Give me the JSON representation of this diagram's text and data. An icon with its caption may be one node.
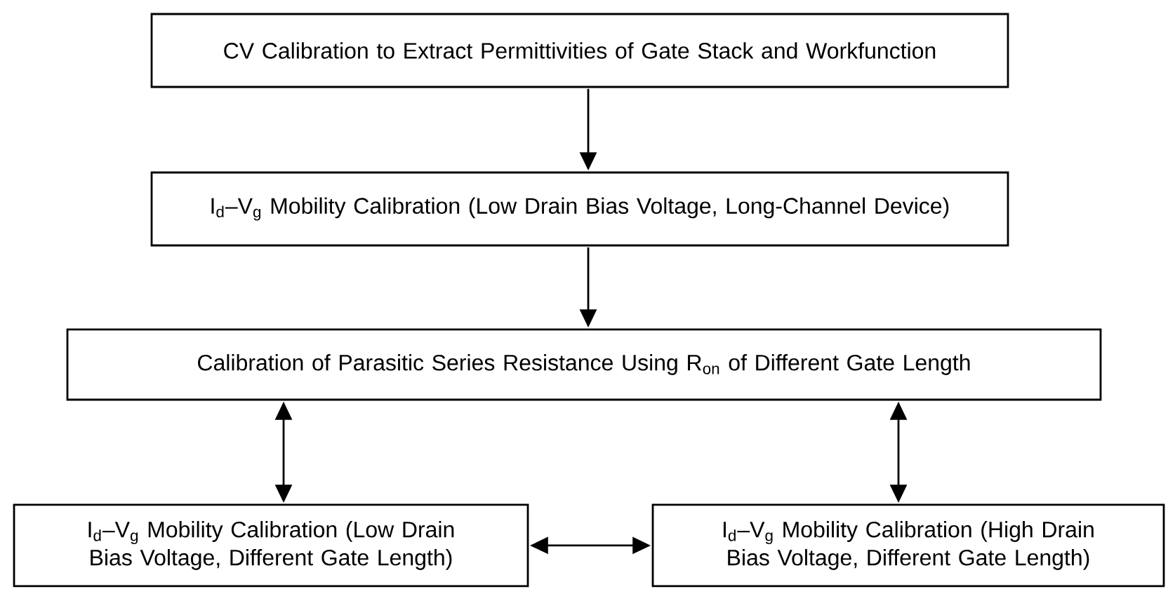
{
  "diagram": {
    "nodes": [
      {
        "text": [
          "CV Calibration to Extract Permittivities of Gate Stack and Workfunction"
        ]
      },
      {
        "text": [
          "I$_{d}$–V$_{g}$ Mobility Calibration (Low Drain Bias Voltage, Long-Channel Device)"
        ]
      },
      {
        "text": [
          "Calibration of Parasitic Series Resistance Using R$_{on}$ of Different Gate Length"
        ]
      },
      {
        "text": [
          "I$_{d}$–V$_{g}$ Mobility Calibration (Low Drain Bias Voltage, Different Gate Length)"
        ]
      },
      {
        "text": [
          "I$_{d}$–V$_{g}$ Mobility Calibration (High Drain Bias Voltage, Different Gate Length)"
        ]
      }
    ],
    "edges": [
      {
        "from": 0,
        "to": 1,
        "arrow": "to"
      },
      {
        "from": 1,
        "to": 2,
        "arrow": "to"
      },
      {
        "from": 2,
        "to": 3,
        "arrow": "both"
      },
      {
        "from": 2,
        "to": 4,
        "arrow": "both"
      },
      {
        "from": 3,
        "to": 4,
        "arrow": "both"
      }
    ]
  }
}
